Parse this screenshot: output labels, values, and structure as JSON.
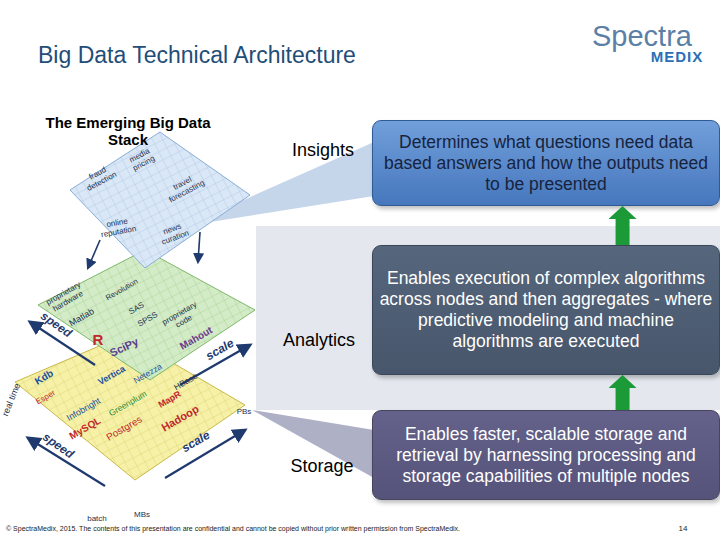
{
  "diagram": {
    "title": "Big Data Technical Architecture",
    "nodes": [
      {
        "text": [
          "Determines what questions need data based answers and how the outputs need to be presented"
        ]
      },
      {
        "text": [
          "Enables execution of complex algorithms across nodes and then aggregates - where predictive modeling and machine algorithms are executed"
        ]
      },
      {
        "text": [
          "Enables faster, scalable storage and retrieval by harnessing processing and storage capabilities of multiple nodes"
        ]
      }
    ],
    "edges": [
      {
        "from": 2,
        "to": 1,
        "arrow": "to"
      },
      {
        "from": 1,
        "to": 0,
        "arrow": "to"
      }
    ],
    "labels": [
      "Spectra",
      "MEDIX",
      "The Emerging Big Data Stack",
      "Insights",
      "Analytics",
      "Storage",
      "fraud detection",
      "media pricing",
      "travel forecasting",
      "online reputation",
      "news curation",
      "proprietary hardware",
      "Revolution",
      "Matlab",
      "SAS",
      "SPSS",
      "R",
      "SciPy",
      "proprietary code",
      "Mahout",
      "speed",
      "scale",
      "Kdb",
      "Vertica",
      "Netezza",
      "Esper",
      "HBase",
      "Infobright",
      "Greenplum",
      "MapR",
      "MySQL",
      "Postgres",
      "Hadoop",
      "real time",
      "speed",
      "scale",
      "PBs",
      "batch",
      "MBs",
      "© SpectraMedix, 2015. The contents of this presentation are confidential and cannot be copied without prior written permission from SpectraMedix.",
      "14"
    ]
  }
}
